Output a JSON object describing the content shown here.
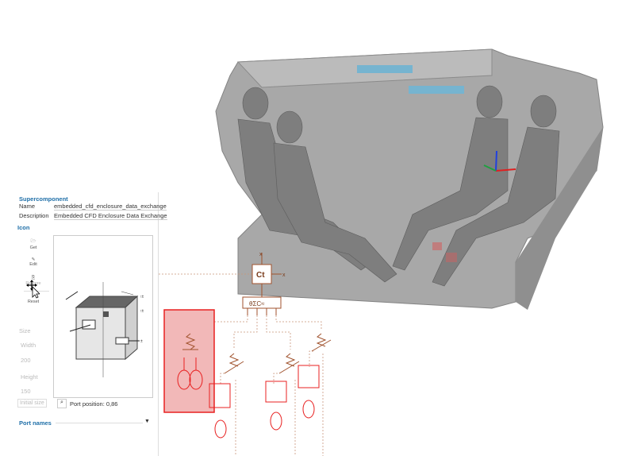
{
  "supercomponent": {
    "heading": "Supercomponent",
    "name_label": "Name",
    "name_value": "embedded_cfd_enclosure_data_exchange",
    "description_label": "Description",
    "description_value": "Embedded CFD Enclosure Data Exchange"
  },
  "icon_section": {
    "heading": "Icon",
    "tools": [
      {
        "label": "Get",
        "icon": "folder-open-icon"
      },
      {
        "label": "Edit",
        "icon": "pencil-icon"
      },
      {
        "label": "Restore",
        "icon": "copy-icon"
      },
      {
        "label": "Reset",
        "icon": "reset-icon"
      }
    ],
    "port_position": "Port position: 0,86"
  },
  "size": {
    "heading": "Size",
    "width_label": "Width",
    "width_value": "200",
    "height_label": "Height",
    "height_value": "150",
    "initial_size_label": "Initial size"
  },
  "port_names": {
    "heading": "Port names"
  },
  "diagram": {
    "controller_label": "Ct",
    "bus_label": "θΣC≈",
    "colors": {
      "component": "#a0522d",
      "selected": "#e82020",
      "selection_fill": "#f2b8b8"
    }
  },
  "viewport": {
    "colors": {
      "body": "#8a8a8a",
      "glass": "#5fa8c8",
      "axis_x": "#e02020",
      "axis_y": "#20a040",
      "axis_z": "#2040e0"
    }
  }
}
